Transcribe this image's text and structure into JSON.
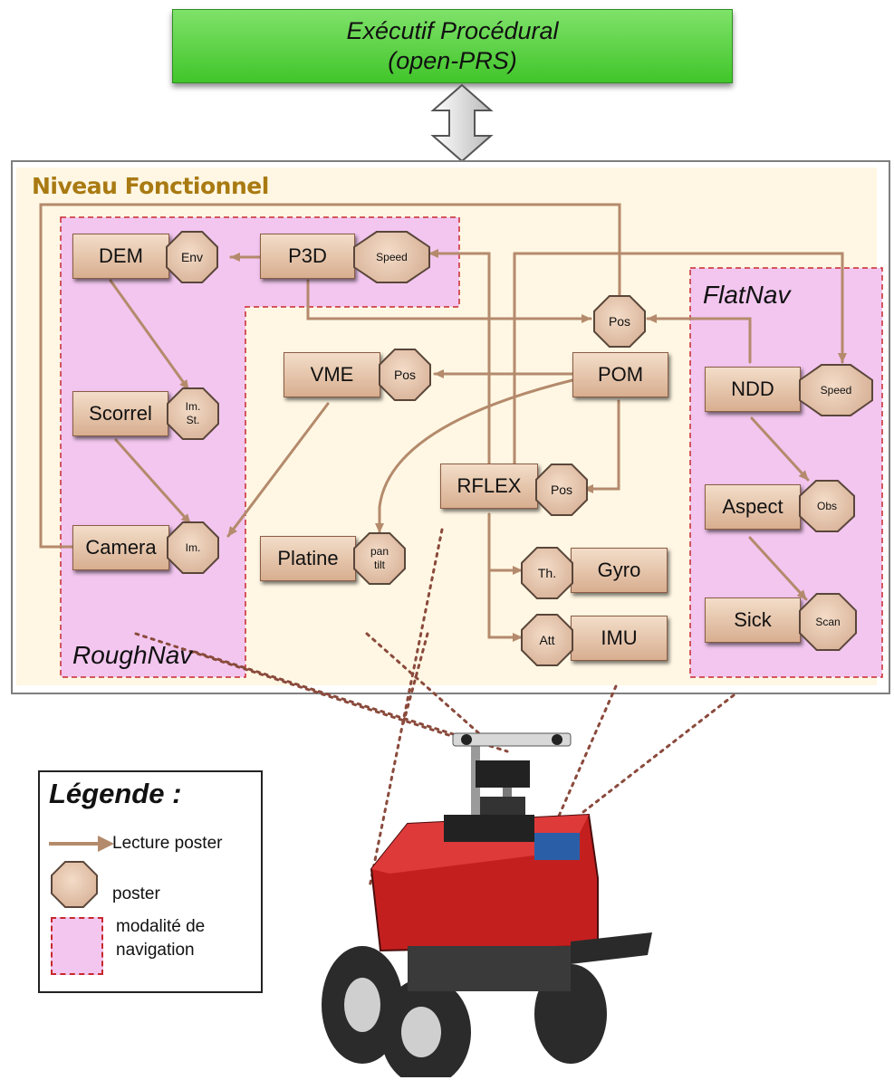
{
  "executive": {
    "line1": "Exécutif Procédural",
    "line2": "(open-PRS)"
  },
  "functional_level": {
    "title": "Niveau Fonctionnel"
  },
  "regions": {
    "roughnav": "RoughNav",
    "flatnav": "FlatNav"
  },
  "modules": {
    "dem": "DEM",
    "p3d": "P3D",
    "scorrel": "Scorrel",
    "camera": "Camera",
    "vme": "VME",
    "pom": "POM",
    "platine": "Platine",
    "rflex": "RFLEX",
    "gyro": "Gyro",
    "imu": "IMU",
    "ndd": "NDD",
    "aspect": "Aspect",
    "sick": "Sick"
  },
  "posters": {
    "env": "Env",
    "speed_p3d": "Speed",
    "im_st_1": "Im.",
    "im_st_2": "St.",
    "im": "Im.",
    "pos_vme": "Pos",
    "pos_pom": "Pos",
    "pan": "pan",
    "tilt": "tilt",
    "pos_rflex": "Pos",
    "th": "Th.",
    "att": "Att",
    "speed_ndd": "Speed",
    "obs": "Obs",
    "scan": "Scan"
  },
  "legend": {
    "title": "Légende :",
    "arrow_label": "Lecture poster",
    "poster_label": "poster",
    "region_label_1": "modalité de",
    "region_label_2": "navigation"
  },
  "colors": {
    "arrow": "#b48a6c",
    "region_fill": "#f2c6ef",
    "region_border": "#c7282f",
    "exec_green": "#41c52a",
    "title_gold": "#a97a12",
    "robot_red": "#c41f1f"
  }
}
